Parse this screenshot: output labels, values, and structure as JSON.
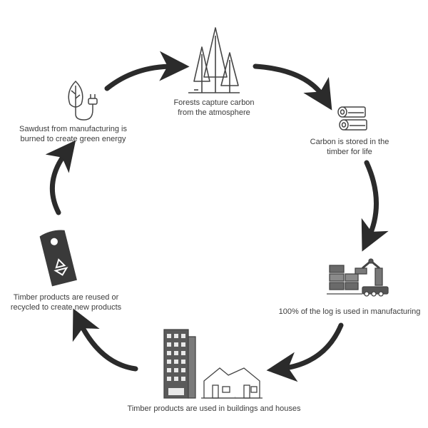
{
  "steps": [
    {
      "line1": "Forests capture carbon",
      "line2": "from the atmosphere",
      "icon": "forest-trees-icon"
    },
    {
      "line1": "Carbon is stored in the",
      "line2": "timber for life",
      "icon": "timber-logs-icon"
    },
    {
      "line1": "100% of the log is used in manufacturing",
      "icon": "manufacturing-robot-icon"
    },
    {
      "line1": "Timber products are used in buildings and houses",
      "icon": "buildings-houses-icon"
    },
    {
      "line1": "Timber products are reused or",
      "line2": "recycled to create new products",
      "icon": "recycle-tag-icon"
    },
    {
      "line1": "Sawdust from manufacturing is",
      "line2": "burned to create green energy",
      "icon": "leaf-plug-energy-icon"
    }
  ],
  "colors": {
    "arrow": "#2b2b2b",
    "text": "#3c3c3c",
    "icon_stroke": "#444444",
    "tag": "#3a3a3a"
  }
}
